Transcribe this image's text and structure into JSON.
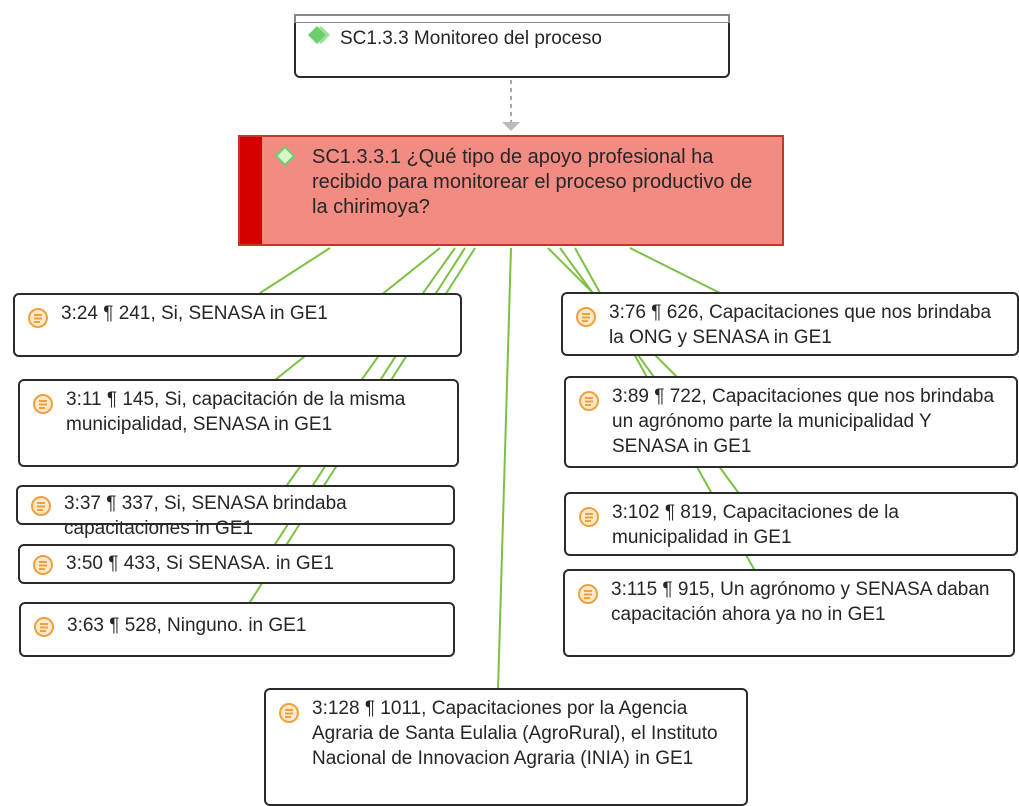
{
  "root": {
    "label": "SC1.3.3 Monitoreo del proceso",
    "icon": "code-diamond-icon"
  },
  "question": {
    "label": "SC1.3.3.1 ¿Qué tipo de apoyo profesional ha recibido para monitorear el proceso productivo de la chirimoya?",
    "icon": "code-diamond-icon",
    "color": "#f28b82",
    "accent": "#d40000"
  },
  "quotes": [
    {
      "id": "q1",
      "label": "3:24 ¶ 241, Si, SENASA in GE1"
    },
    {
      "id": "q2",
      "label": "3:11 ¶ 145, Si, capacitación de la misma municipalidad, SENASA in GE1"
    },
    {
      "id": "q3",
      "label": "3:37 ¶ 337, Si, SENASA brindaba capacitaciones in GE1"
    },
    {
      "id": "q4",
      "label": "3:50 ¶ 433, Si SENASA. in GE1"
    },
    {
      "id": "q5",
      "label": "3:63 ¶ 528, Ninguno. in GE1"
    },
    {
      "id": "q6",
      "label": "3:76 ¶ 626, Capacitaciones que nos brindaba la ONG y SENASA in GE1"
    },
    {
      "id": "q7",
      "label": "3:89 ¶ 722, Capacitaciones que nos brindaba un agrónomo parte la municipalidad Y SENASA in GE1"
    },
    {
      "id": "q8",
      "label": "3:102 ¶ 819, Capacitaciones de la municipalidad in GE1"
    },
    {
      "id": "q9",
      "label": "3:115 ¶ 915, Un agrónomo y SENASA daban capacitación ahora ya no in GE1"
    },
    {
      "id": "q10",
      "label": "3:128 ¶ 1011, Capacitaciones por la Agencia Agraria de Santa Eulalia (AgroRural), el Instituto Nacional de Innovacion Agraria (INIA) in GE1"
    }
  ],
  "quote_icon": "quotation-icon",
  "colors": {
    "link": "#7cc142",
    "dashed": "#aaaaaa",
    "quote_icon": "#f0a040",
    "code_icon": "#6ccf6c"
  }
}
